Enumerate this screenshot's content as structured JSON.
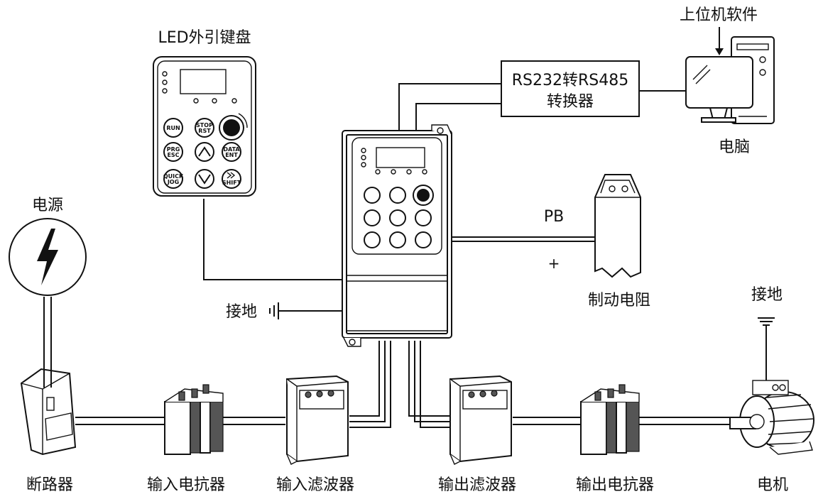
{
  "labels": {
    "keypad": "LED外引键盘",
    "converter_line1": "RS232转RS485",
    "converter_line2": "转换器",
    "software": "上位机软件",
    "computer": "电脑",
    "power": "电源",
    "pb": "PB",
    "plus": "+",
    "brake_resistor": "制动电阻",
    "ground_left": "接地",
    "ground_right": "接地",
    "breaker": "断路器",
    "input_reactor": "输入电抗器",
    "input_filter": "输入滤波器",
    "output_filter": "输出滤波器",
    "output_reactor": "输出电抗器",
    "motor": "电机"
  },
  "keypad_keys": {
    "run": "RUN",
    "stop": "STOP",
    "stop2": "RST",
    "prg": "PRG",
    "prg2": "ESC",
    "data": "DATA",
    "data2": "ENT",
    "quick": "QUICK",
    "quick2": "JOG",
    "shift": "SHIFT"
  }
}
